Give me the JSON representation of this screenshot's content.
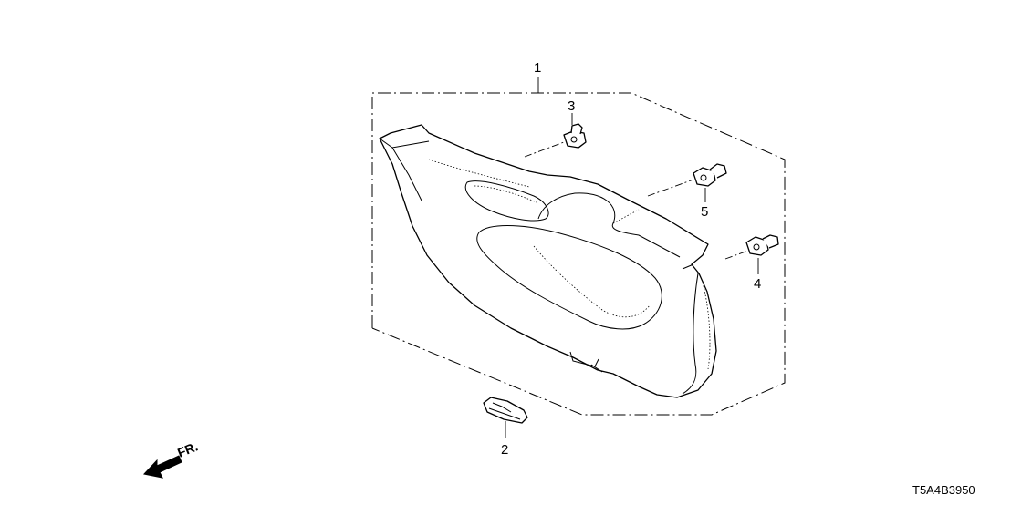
{
  "callouts": {
    "part1": "1",
    "part2": "2",
    "part3": "3",
    "part4": "4",
    "part5": "5"
  },
  "direction": {
    "label": "FR.",
    "icon": "front-direction-arrow-icon"
  },
  "diagram_code": "T5A4B3950",
  "colors": {
    "line": "#000000",
    "background": "#ffffff"
  }
}
